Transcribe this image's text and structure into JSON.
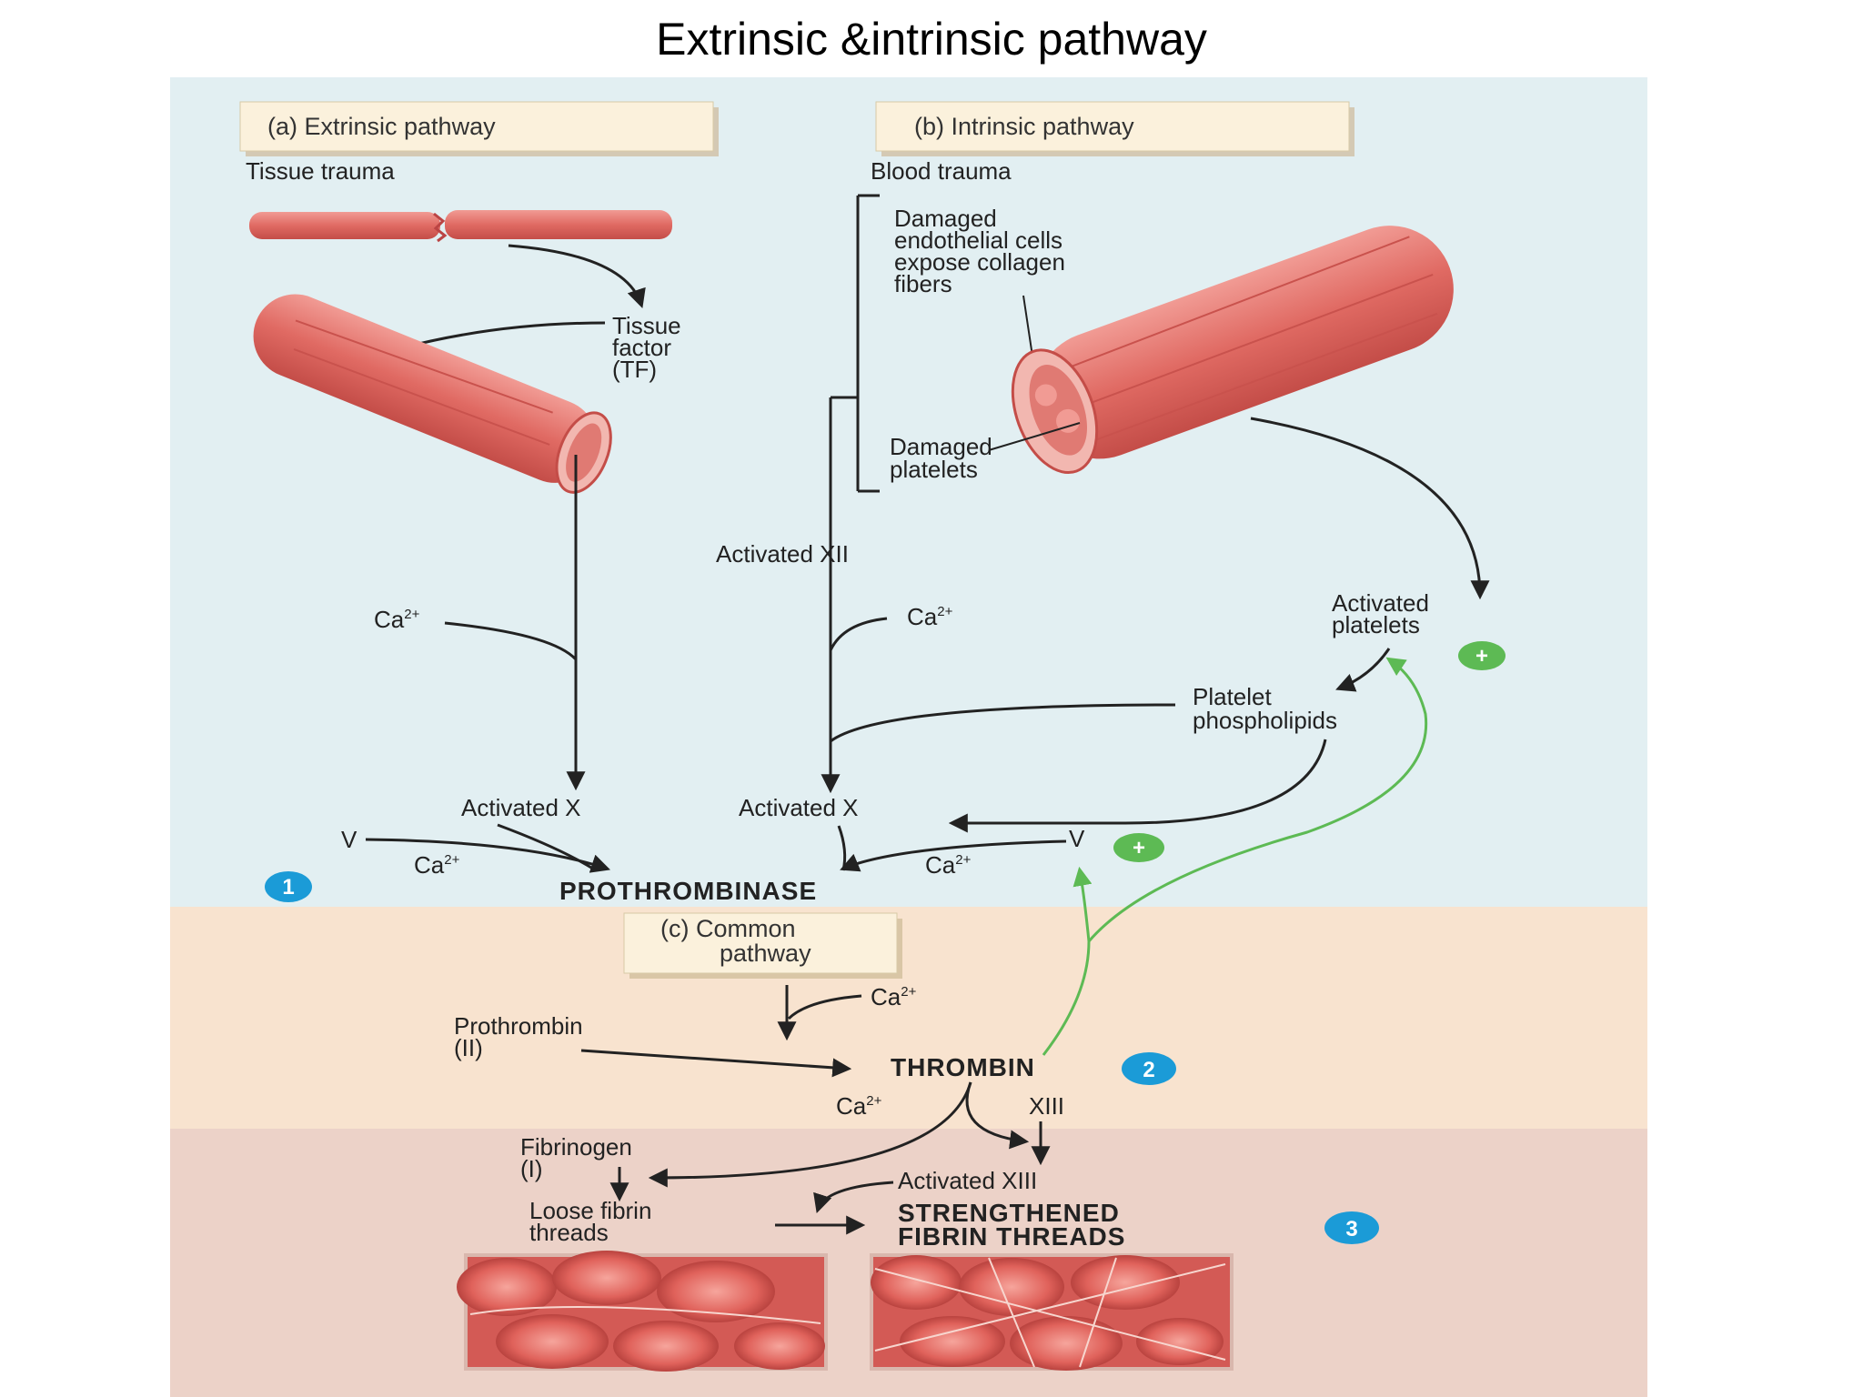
{
  "slide": {
    "title": "Extrinsic &intrinsic pathway"
  },
  "diagram": {
    "headers": {
      "extrinsic": "(a) Extrinsic pathway",
      "intrinsic": "(b) Intrinsic pathway",
      "common_line1": "(c) Common",
      "common_line2": "pathway"
    },
    "extrinsic": {
      "trigger": "Tissue trauma",
      "tf_line1": "Tissue",
      "tf_line2": "factor",
      "tf_line3": "(TF)",
      "ca": "Ca",
      "activated_x": "Activated X"
    },
    "intrinsic": {
      "trigger": "Blood trauma",
      "endothelial_line1": "Damaged",
      "endothelial_line2": "endothelial cells",
      "endothelial_line3": "expose collagen",
      "endothelial_line4": "fibers",
      "platelets_line1": "Damaged",
      "platelets_line2": "platelets",
      "activated_xii": "Activated XII",
      "ca": "Ca",
      "activated_platelets_line1": "Activated",
      "activated_platelets_line2": "platelets",
      "phospholipids_line1": "Platelet",
      "phospholipids_line2": "phospholipids",
      "activated_x": "Activated X"
    },
    "prothrombinase_stage": {
      "factor_v_left": "V",
      "factor_v_right": "V",
      "ca_left": "Ca",
      "ca_right": "Ca",
      "product": "PROTHROMBINASE",
      "step": "1"
    },
    "common": {
      "ca": "Ca",
      "prothrombin_line1": "Prothrombin",
      "prothrombin_line2": "(II)",
      "thrombin": "THROMBIN",
      "step2": "2",
      "ca2": "Ca",
      "xiii": "XIII",
      "fibrinogen_line1": "Fibrinogen",
      "fibrinogen_line2": "(I)",
      "activated_xiii": "Activated XIII",
      "loose_line1": "Loose fibrin",
      "loose_line2": "threads",
      "strong_line1": "STRENGTHENED",
      "strong_line2": "FIBRIN THREADS",
      "step3": "3"
    },
    "superscript": "2+",
    "plus": "+",
    "colors": {
      "panel_blue": "#e2eff2",
      "panel_peach": "#f8e3cf",
      "panel_pink": "#ecd2c8",
      "vessel": "#e06a63",
      "feedback_green": "#5dba54",
      "badge_blue": "#1b9bd7",
      "header_box": "#fbf1dc"
    }
  }
}
